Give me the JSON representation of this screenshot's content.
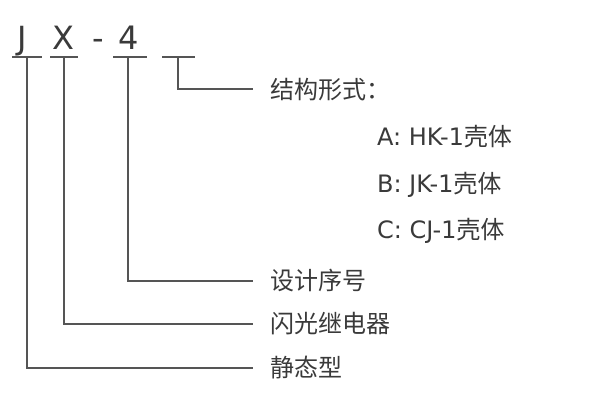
{
  "model_code": {
    "chars": [
      "J",
      "X",
      "-",
      "4"
    ]
  },
  "labels": {
    "structure": "结构形式：",
    "options": [
      "A: HK-1壳体",
      "B: JK-1壳体",
      "C: CJ-1壳体"
    ],
    "design_no": "设计序号",
    "flash_relay": "闪光继电器",
    "static_type": "静态型"
  },
  "colors": {
    "line": "#555555",
    "text": "#3a3a3a"
  }
}
